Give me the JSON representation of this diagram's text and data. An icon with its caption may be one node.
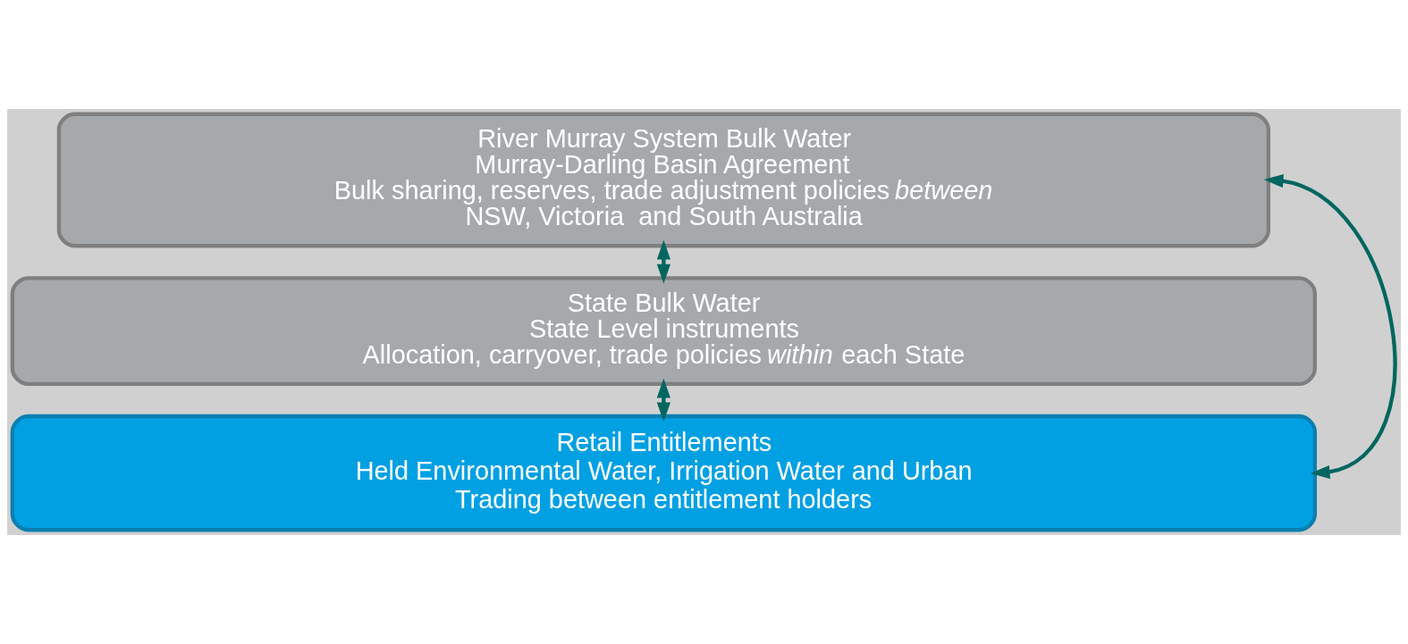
{
  "diagram": {
    "nodes": [
      {
        "text": [
          "River Murray System Bulk Water",
          "Murray-Darling Basin Agreement",
          "Bulk sharing, reserves, trade adjustment policies *between*",
          "NSW, Victoria  and South Australia"
        ]
      },
      {
        "text": [
          "State Bulk Water",
          "State Level instruments",
          "Allocation, carryover, trade policies *within* each State"
        ]
      },
      {
        "text": [
          "Retail Entitlements",
          "Held Environmental Water, Irrigation Water and Urban",
          "Trading between entitlement holders"
        ]
      }
    ],
    "edges": [
      {
        "from": 0,
        "to": 1,
        "arrow": "both"
      },
      {
        "from": 1,
        "to": 2,
        "arrow": "both"
      },
      {
        "from": 2,
        "to": 0,
        "arrow": "both"
      }
    ]
  }
}
